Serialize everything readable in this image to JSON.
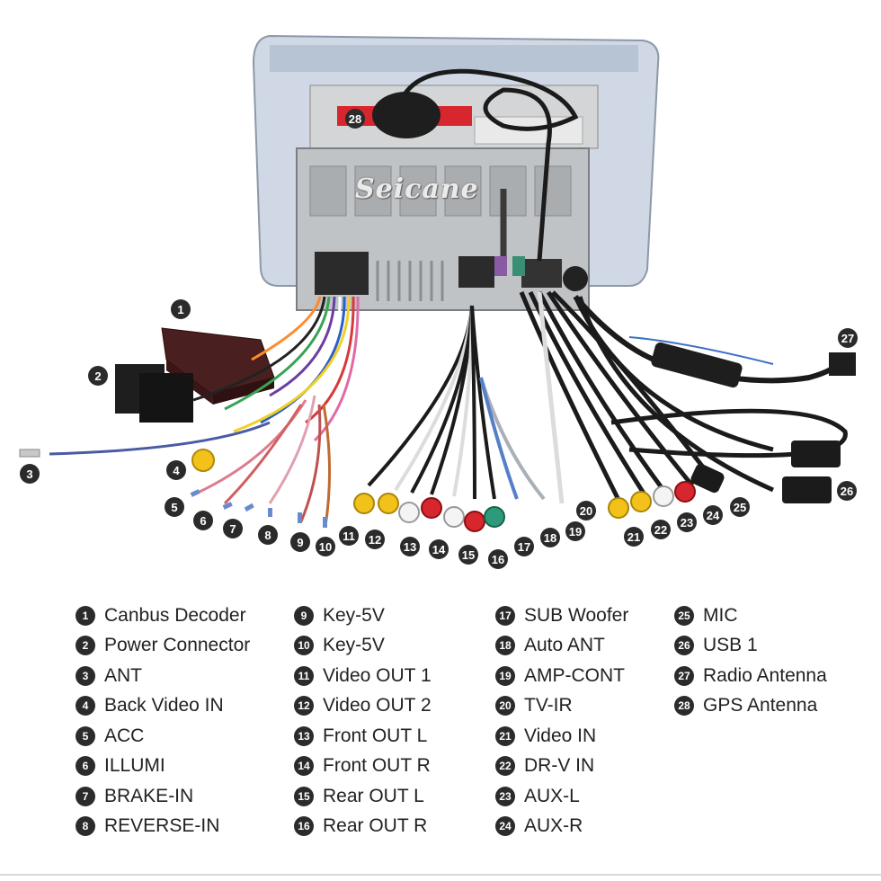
{
  "brand": "Seicane",
  "colors": {
    "badge": "#2b2b2b",
    "casing": "#cfd8e4",
    "chassis": "#bfc3c6"
  },
  "callouts": [
    {
      "n": "1"
    },
    {
      "n": "2"
    },
    {
      "n": "3"
    },
    {
      "n": "4"
    },
    {
      "n": "5"
    },
    {
      "n": "6"
    },
    {
      "n": "7"
    },
    {
      "n": "8"
    },
    {
      "n": "9"
    },
    {
      "n": "10"
    },
    {
      "n": "11"
    },
    {
      "n": "12"
    },
    {
      "n": "13"
    },
    {
      "n": "14"
    },
    {
      "n": "15"
    },
    {
      "n": "16"
    },
    {
      "n": "17"
    },
    {
      "n": "18"
    },
    {
      "n": "19"
    },
    {
      "n": "20"
    },
    {
      "n": "21"
    },
    {
      "n": "22"
    },
    {
      "n": "23"
    },
    {
      "n": "24"
    },
    {
      "n": "25"
    },
    {
      "n": "26"
    },
    {
      "n": "27"
    },
    {
      "n": "28"
    }
  ],
  "legend": {
    "col1": [
      {
        "n": "1",
        "label": "Canbus Decoder"
      },
      {
        "n": "2",
        "label": "Power Connector"
      },
      {
        "n": "3",
        "label": "ANT"
      },
      {
        "n": "4",
        "label": "Back Video IN"
      },
      {
        "n": "5",
        "label": "ACC"
      },
      {
        "n": "6",
        "label": "ILLUMI"
      },
      {
        "n": "7",
        "label": "BRAKE-IN"
      },
      {
        "n": "8",
        "label": "REVERSE-IN"
      }
    ],
    "col2": [
      {
        "n": "9",
        "label": "Key-5V"
      },
      {
        "n": "10",
        "label": "Key-5V"
      },
      {
        "n": "11",
        "label": "Video OUT 1"
      },
      {
        "n": "12",
        "label": "Video OUT 2"
      },
      {
        "n": "13",
        "label": "Front OUT L"
      },
      {
        "n": "14",
        "label": "Front OUT R"
      },
      {
        "n": "15",
        "label": "Rear OUT L"
      },
      {
        "n": "16",
        "label": "Rear OUT R"
      }
    ],
    "col3": [
      {
        "n": "17",
        "label": "SUB Woofer"
      },
      {
        "n": "18",
        "label": "Auto ANT"
      },
      {
        "n": "19",
        "label": "AMP-CONT"
      },
      {
        "n": "20",
        "label": "TV-IR"
      },
      {
        "n": "21",
        "label": "Video IN"
      },
      {
        "n": "22",
        "label": "DR-V IN"
      },
      {
        "n": "23",
        "label": "AUX-L"
      },
      {
        "n": "24",
        "label": "AUX-R"
      }
    ],
    "col4": [
      {
        "n": "25",
        "label": "MIC"
      },
      {
        "n": "26",
        "label": "USB 1"
      },
      {
        "n": "27",
        "label": "Radio Antenna"
      },
      {
        "n": "28",
        "label": "GPS Antenna"
      }
    ]
  }
}
